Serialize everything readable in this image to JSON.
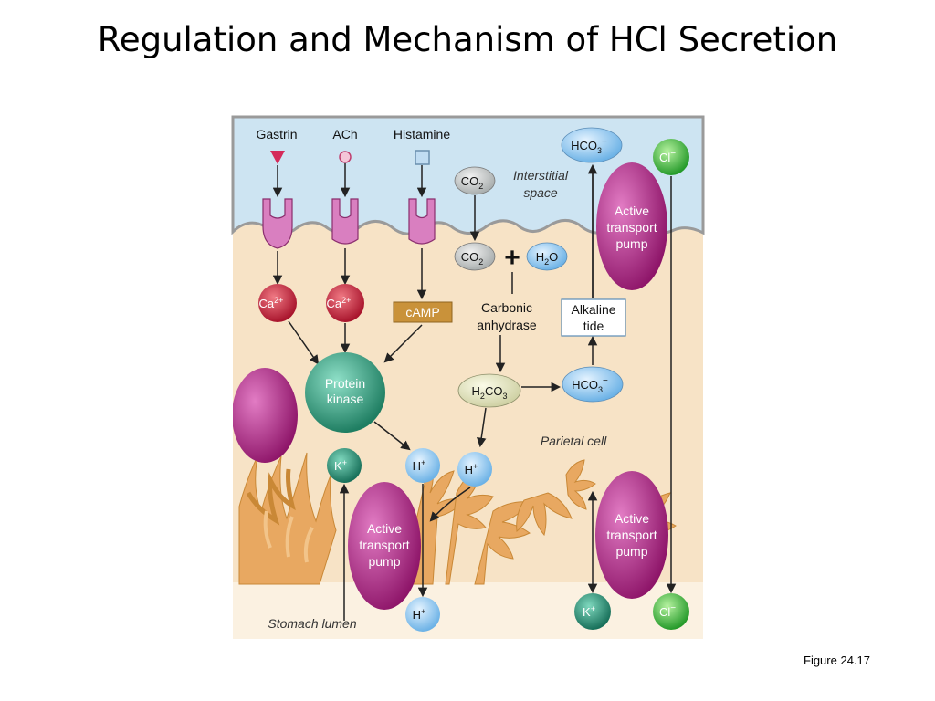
{
  "slide": {
    "title": "Regulation and Mechanism of HCl Secretion",
    "caption": "Figure 24.17"
  },
  "diagram": {
    "stimuli": {
      "gastrin": "Gastrin",
      "ach": "ACh",
      "histamine": "Histamine"
    },
    "regions": {
      "interstitial_1": "Interstitial",
      "interstitial_2": "space",
      "cell": "Parietal cell",
      "lumen": "Stomach lumen"
    },
    "molecules": {
      "co2": "CO",
      "co2_sub": "2",
      "h2o_h": "H",
      "h2o_sub": "2",
      "h2o_o": "O",
      "h2co3_h": "H",
      "h2co3_sub1": "2",
      "h2co3_co": "CO",
      "h2co3_sub2": "3",
      "hco3": "HCO",
      "hco3_sub": "3",
      "hco3_sup": "−",
      "ca": "Ca",
      "ca_sup": "2+",
      "k": "K",
      "k_sup": "+",
      "h": "H",
      "h_sup": "+",
      "cl": "Cl",
      "cl_sup": "−",
      "camp": "cAMP",
      "plus": "+"
    },
    "enzymes": {
      "protein_kinase_1": "Protein",
      "protein_kinase_2": "kinase",
      "carbonic_anhydrase_1": "Carbonic",
      "carbonic_anhydrase_2": "anhydrase",
      "alkaline_tide_1": "Alkaline",
      "alkaline_tide_2": "tide"
    },
    "pump": {
      "line1": "Active",
      "line2": "transport",
      "line3": "pump"
    },
    "colors": {
      "interstitial": "#cde4f2",
      "cell": "#f7e3c6",
      "lumen": "#fbf1e1",
      "receptor": "#d97fc0",
      "calcium": "#c8213a",
      "kinase": "#2e9e80",
      "pump": "#a8257e",
      "h_ion": "#8cc4ec",
      "co2": "#c8cccc",
      "camp": "#c9923a",
      "chloride": "#3bb83f",
      "potassium": "#26927a",
      "microvilli": "#e8a861"
    }
  }
}
